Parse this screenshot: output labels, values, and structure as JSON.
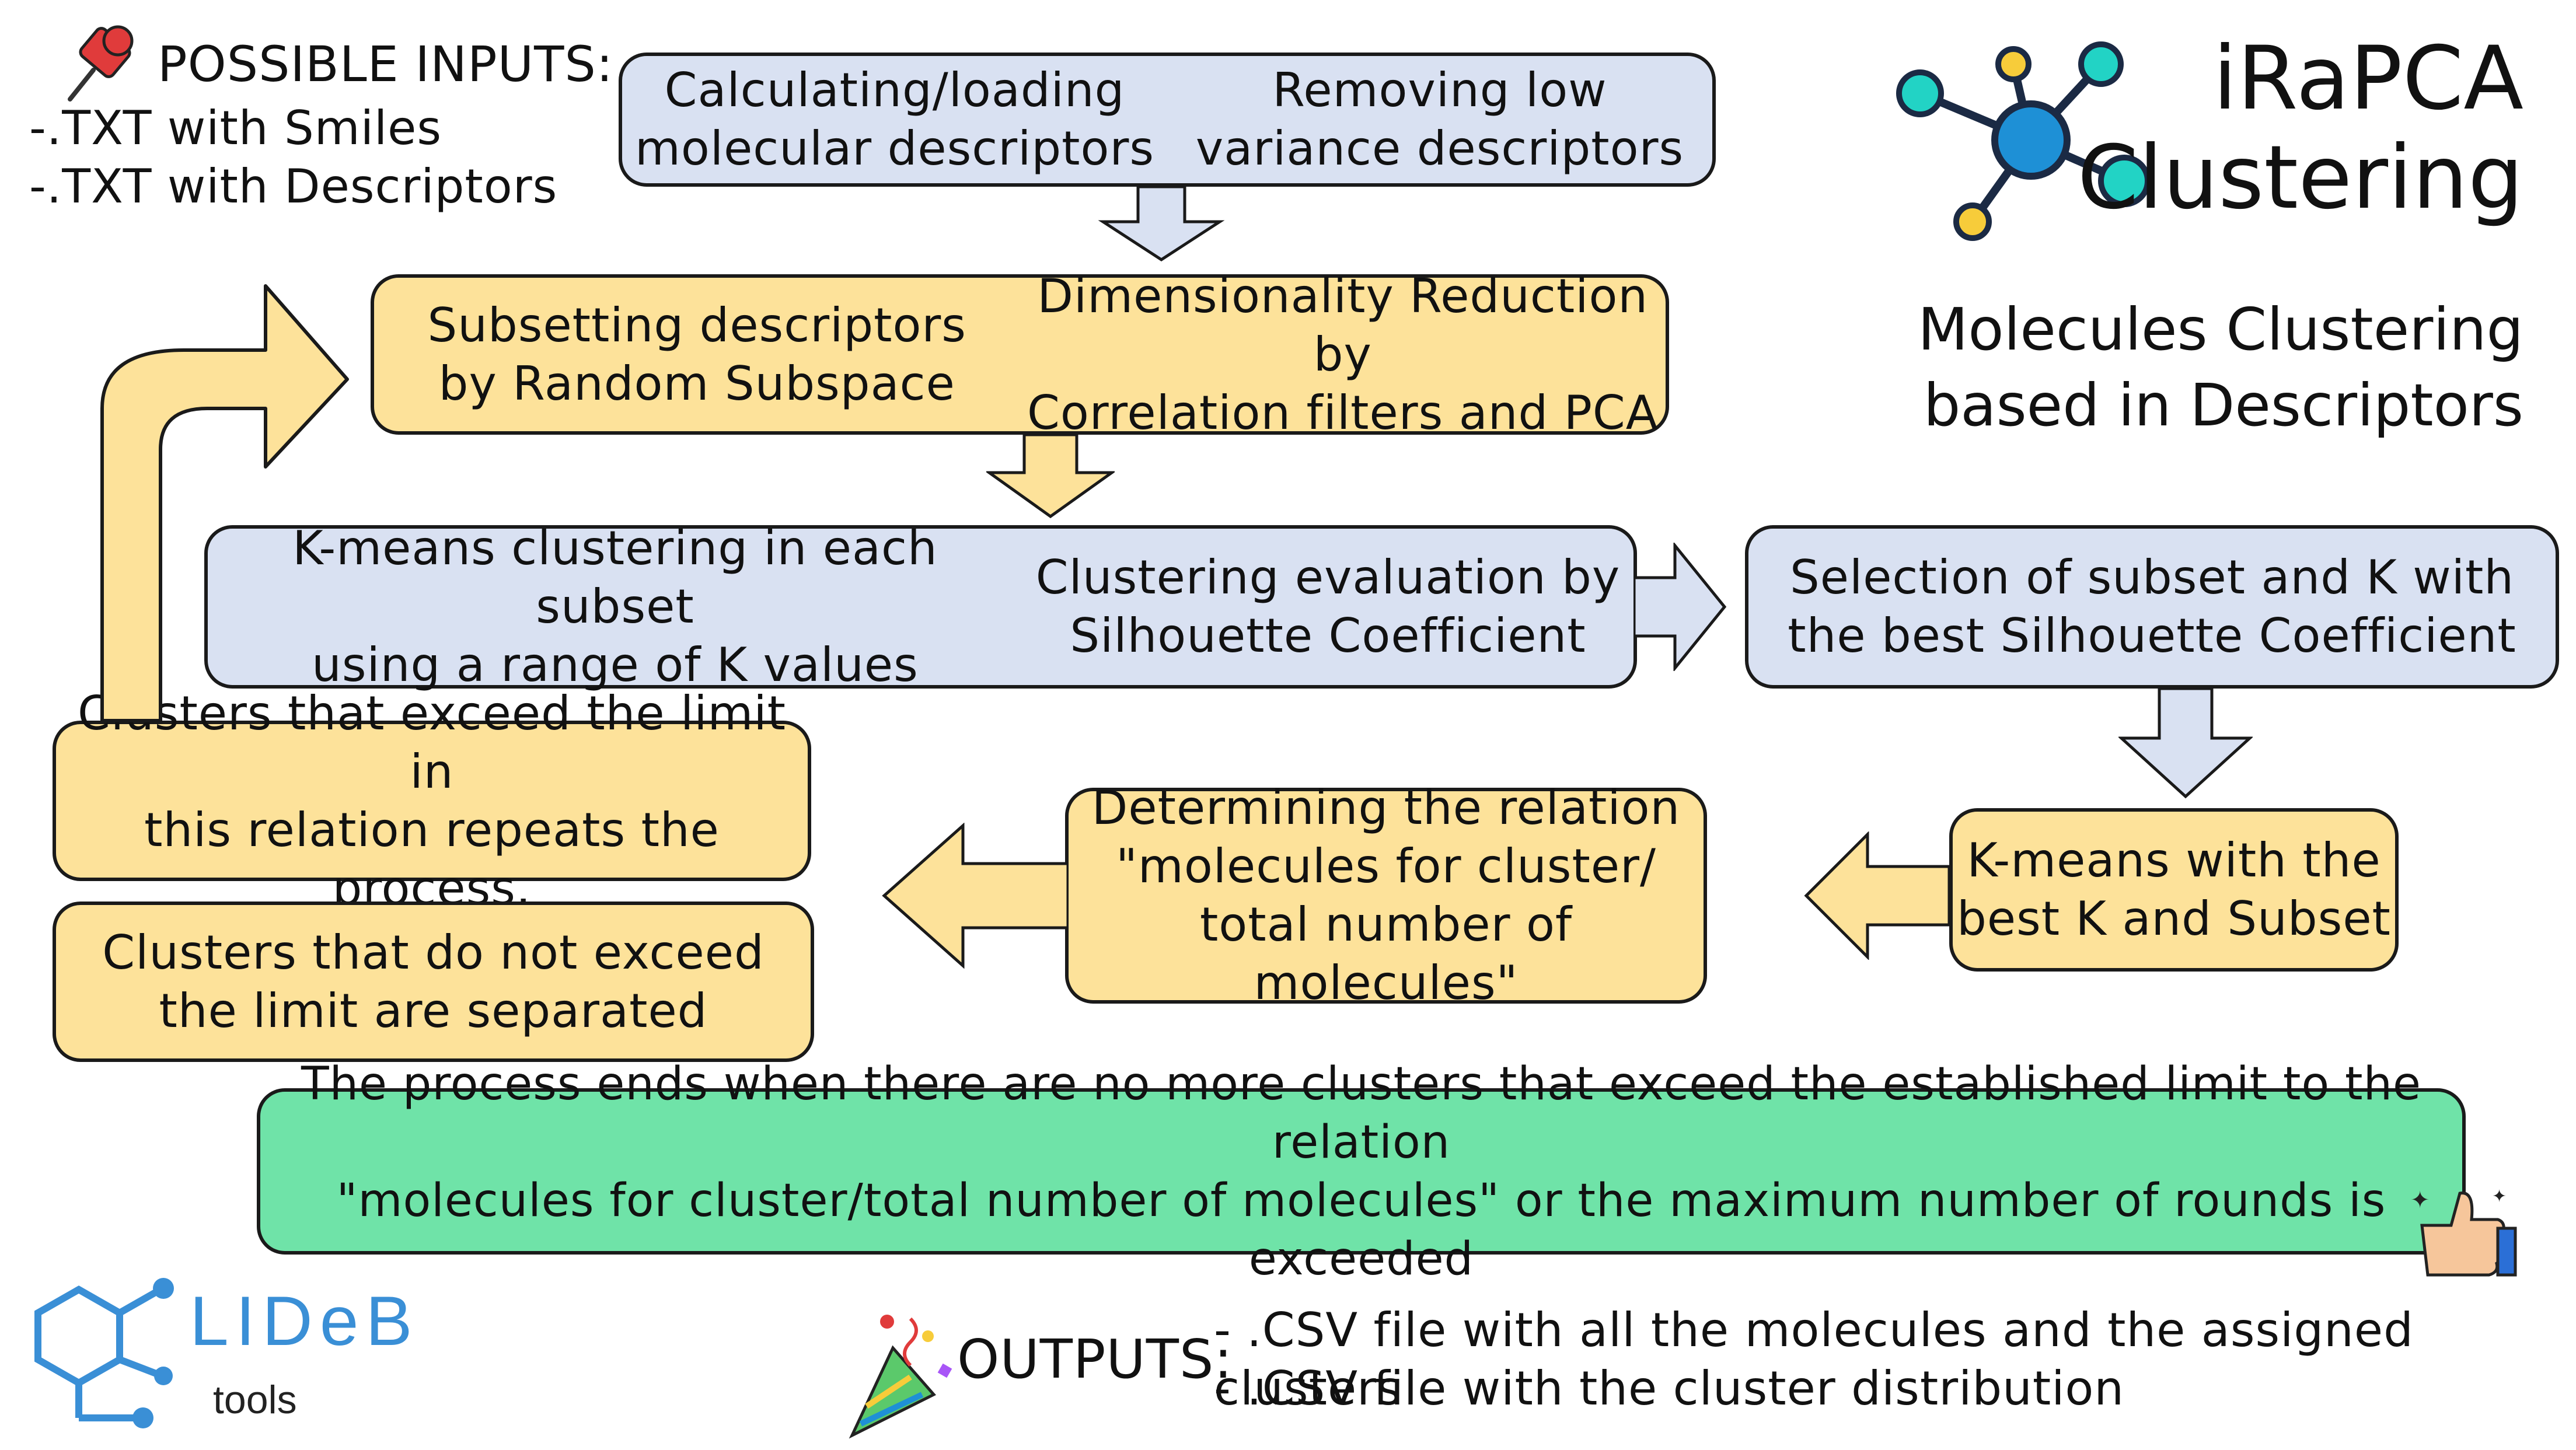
{
  "inputs": {
    "title": "POSSIBLE INPUTS:",
    "items": [
      "-.TXT with Smiles",
      "-.TXT with Descriptors"
    ],
    "icon": "pushpin-icon"
  },
  "brand": {
    "title_line1": "iRaPCA",
    "title_line2": "Clustering",
    "subtitle_line1": "Molecules Clustering",
    "subtitle_line2": "based in Descriptors",
    "icon": "network-molecule-icon"
  },
  "steps": {
    "step1a": "Calculating/loading\nmolecular descriptors",
    "step1b": "Removing low\nvariance descriptors",
    "step2a": "Subsetting descriptors\nby Random Subspace",
    "step2b": "Dimensionality Reduction by\nCorrelation filters and PCA",
    "step3a": "K-means clustering in each subset\nusing a range of K values",
    "step3b": "Clustering evaluation by\nSilhouette Coefficient",
    "step4": "Selection of subset and K with\nthe best Silhouette Coefficient",
    "step5": "K-means with the\nbest K and Subset",
    "step6": "Determining the relation\n\"molecules for cluster/\ntotal number of molecules\"",
    "step7": "Clusters that exceed the limit in\nthis relation repeats the process.",
    "step8": "Clusters that do not exceed\nthe limit are separated",
    "end": "The process ends when there are no more clusters that exceed the established limit to the relation\n\"molecules for cluster/total number of molecules\" or the maximum number of rounds is exceeded"
  },
  "outputs": {
    "title": "OUTPUTS:",
    "items": [
      "- .CSV file with all the molecules and the assigned clusters",
      "- .CSV file with the cluster distribution"
    ],
    "icon": "party-popper-icon"
  },
  "logo": {
    "name": "LIDeB",
    "sub": "tools",
    "icon": "hexagon-molecule-logo"
  },
  "colors": {
    "blue": "#d9e1f2",
    "yellow": "#fde29a",
    "green": "#6fe3a8",
    "outline": "#1a1a1a"
  }
}
